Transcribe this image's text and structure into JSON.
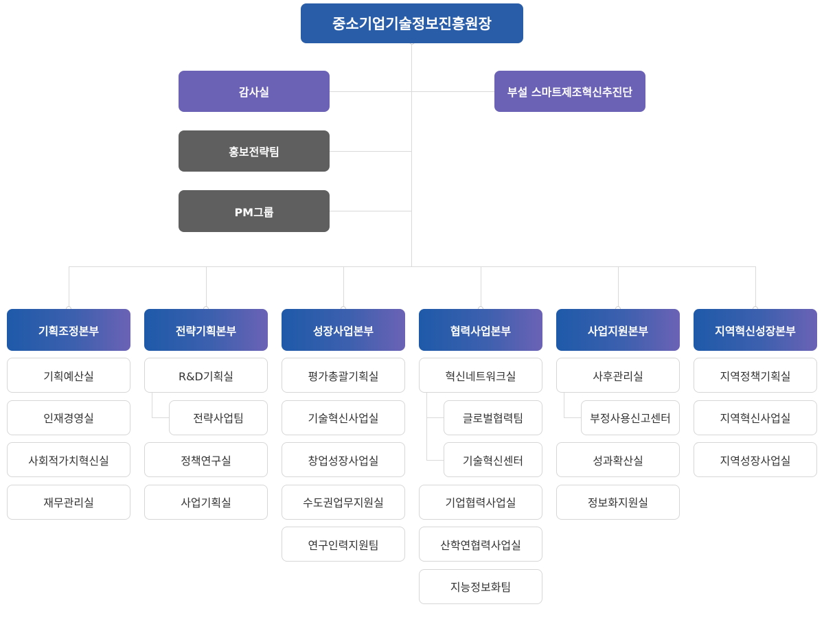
{
  "chart_data": {
    "type": "org-chart",
    "root": "중소기업기술정보진흥원장",
    "staff_left": [
      "감사실",
      "홍보전략팀",
      "PM그룹"
    ],
    "staff_right": [
      "부설 스마트제조혁신추진단"
    ],
    "divisions": [
      {
        "name": "기획조정본부",
        "units": [
          {
            "name": "기획예산실",
            "sub": []
          },
          {
            "name": "인재경영실",
            "sub": []
          },
          {
            "name": "사회적가치혁신실",
            "sub": []
          },
          {
            "name": "재무관리실",
            "sub": []
          }
        ]
      },
      {
        "name": "전략기획본부",
        "units": [
          {
            "name": "R&D기획실",
            "sub": [
              "전략사업팀"
            ]
          },
          {
            "name": "정책연구실",
            "sub": []
          },
          {
            "name": "사업기획실",
            "sub": []
          }
        ]
      },
      {
        "name": "성장사업본부",
        "units": [
          {
            "name": "평가총괄기획실",
            "sub": []
          },
          {
            "name": "기술혁신사업실",
            "sub": []
          },
          {
            "name": "창업성장사업실",
            "sub": []
          },
          {
            "name": "수도권업무지원실",
            "sub": []
          },
          {
            "name": "연구인력지원팀",
            "sub": []
          }
        ]
      },
      {
        "name": "협력사업본부",
        "units": [
          {
            "name": "혁신네트워크실",
            "sub": [
              "글로벌협력팀",
              "기술혁신센터"
            ]
          },
          {
            "name": "기업협력사업실",
            "sub": []
          },
          {
            "name": "산학연협력사업실",
            "sub": []
          },
          {
            "name": "지능정보화팀",
            "sub": []
          }
        ]
      },
      {
        "name": "사업지원본부",
        "units": [
          {
            "name": "사후관리실",
            "sub": [
              "부정사용신고센터"
            ]
          },
          {
            "name": "성과확산실",
            "sub": []
          },
          {
            "name": "정보화지원실",
            "sub": []
          }
        ]
      },
      {
        "name": "지역혁신성장본부",
        "units": [
          {
            "name": "지역정책기획실",
            "sub": []
          },
          {
            "name": "지역혁신사업실",
            "sub": []
          },
          {
            "name": "지역성장사업실",
            "sub": []
          }
        ]
      }
    ]
  },
  "colors": {
    "root": "#2a5da8",
    "staff_purple": "#6b62b5",
    "staff_gray": "#5f5f5f",
    "division_start": "#1e5aa9",
    "division_end": "#6b62b5",
    "connector": "#d9d9d9"
  }
}
